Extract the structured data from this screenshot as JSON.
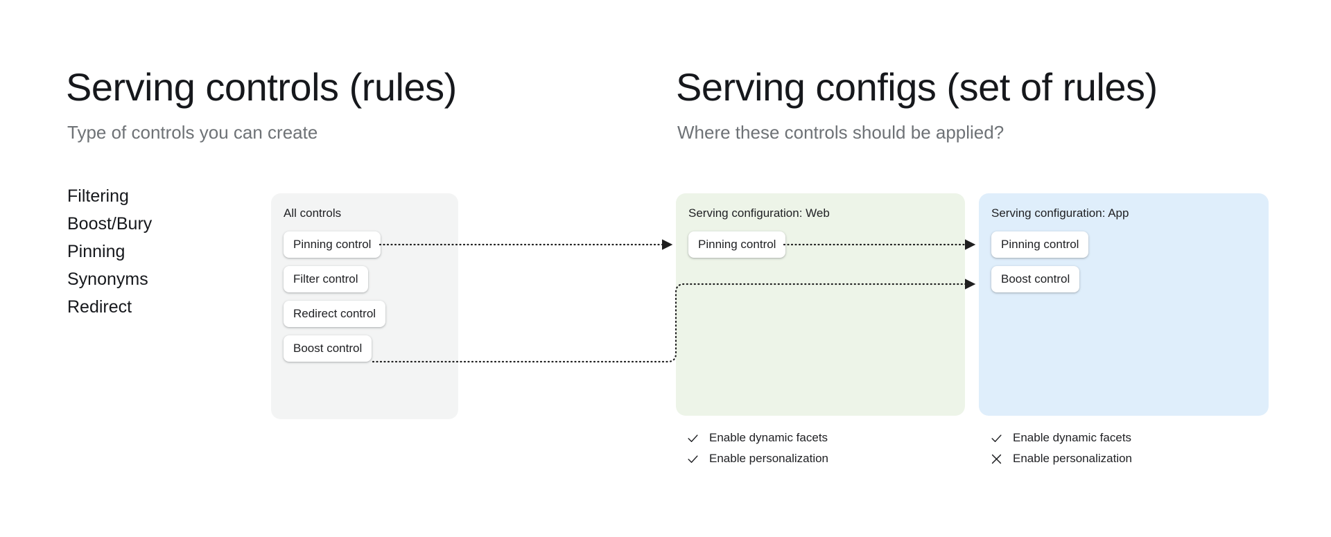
{
  "left_column": {
    "heading": "Serving controls (rules)",
    "subheading": "Type of controls you can create",
    "control_types": [
      "Filtering",
      "Boost/Bury",
      "Pinning",
      "Synonyms",
      "Redirect"
    ]
  },
  "right_column": {
    "heading": "Serving configs (set of rules)",
    "subheading": "Where these controls should be applied?"
  },
  "panels": {
    "all_controls": {
      "title": "All controls",
      "background_color": "#f3f4f4",
      "chips": [
        "Pinning control",
        "Filter control",
        "Redirect control",
        "Boost control"
      ]
    },
    "web_config": {
      "title": "Serving configuration: Web",
      "background_color": "#edf4e8",
      "chips": [
        "Pinning control"
      ],
      "options": [
        {
          "label": "Enable dynamic facets",
          "state": "check"
        },
        {
          "label": "Enable personalization",
          "state": "check"
        }
      ]
    },
    "app_config": {
      "title": "Serving configuration: App",
      "background_color": "#dfeefb",
      "chips": [
        "Pinning control",
        "Boost control"
      ],
      "options": [
        {
          "label": "Enable dynamic facets",
          "state": "check"
        },
        {
          "label": "Enable personalization",
          "state": "cross"
        }
      ]
    }
  },
  "connectors": [
    {
      "from": "all-controls.pinning-control",
      "to": "web-config.pinning-control",
      "style": "dotted-arrow"
    },
    {
      "from": "web-config.pinning-control",
      "to": "app-config.pinning-control",
      "style": "dotted-arrow"
    },
    {
      "from": "all-controls.boost-control",
      "to": "app-config.boost-control",
      "style": "dotted-arrow"
    }
  ],
  "colors": {
    "text": "#202124",
    "muted_text": "#6e7276",
    "connector": "#1f1f1f",
    "chip_background": "#ffffff",
    "page_background": "#ffffff"
  }
}
